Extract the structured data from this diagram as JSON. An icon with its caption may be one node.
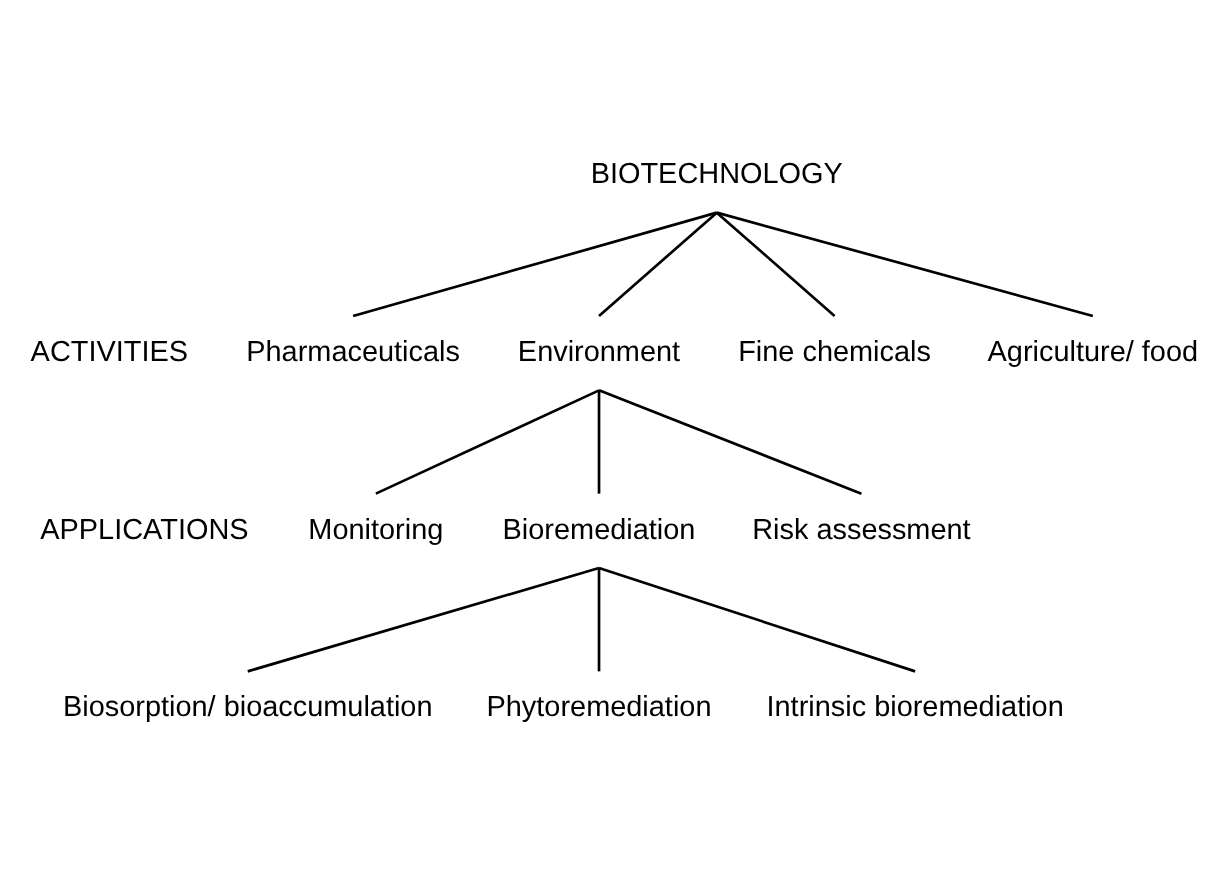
{
  "diagram": {
    "nodes": [
      {
        "text": [
          "BIOTECHNOLOGY"
        ]
      },
      {
        "text": [
          "Pharmaceuticals"
        ]
      },
      {
        "text": [
          "Environment"
        ]
      },
      {
        "text": [
          "Fine chemicals"
        ]
      },
      {
        "text": [
          "Agriculture/ food"
        ]
      },
      {
        "text": [
          "Monitoring"
        ]
      },
      {
        "text": [
          "Bioremediation"
        ]
      },
      {
        "text": [
          "Risk assessment"
        ]
      },
      {
        "text": [
          "Biosorption/ bioaccumulation"
        ]
      },
      {
        "text": [
          "Phytoremediation"
        ]
      },
      {
        "text": [
          "Intrinsic bioremediation"
        ]
      }
    ],
    "edges": [
      {
        "from": 0,
        "to": 1,
        "arrow": "none"
      },
      {
        "from": 0,
        "to": 2,
        "arrow": "none"
      },
      {
        "from": 0,
        "to": 3,
        "arrow": "none"
      },
      {
        "from": 0,
        "to": 4,
        "arrow": "none"
      },
      {
        "from": 2,
        "to": 5,
        "arrow": "none"
      },
      {
        "from": 2,
        "to": 6,
        "arrow": "none"
      },
      {
        "from": 2,
        "to": 7,
        "arrow": "none"
      },
      {
        "from": 6,
        "to": 8,
        "arrow": "none"
      },
      {
        "from": 6,
        "to": 9,
        "arrow": "none"
      },
      {
        "from": 6,
        "to": 10,
        "arrow": "none"
      }
    ],
    "labels": [
      "ACTIVITIES",
      "APPLICATIONS"
    ]
  }
}
